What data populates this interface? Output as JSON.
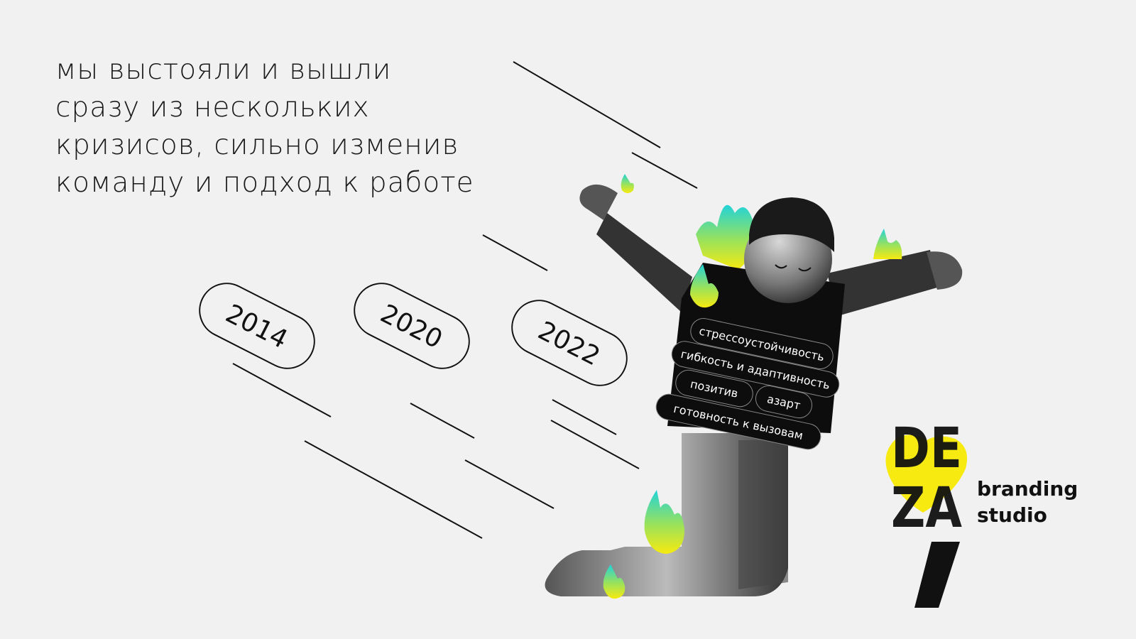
{
  "headline": {
    "lines": [
      "мы выстояли и вышли",
      "сразу из нескольких",
      "кризисов, сильно изменив",
      "команду и подход к работе"
    ]
  },
  "years": [
    "2014",
    "2020",
    "2022"
  ],
  "vest_labels": {
    "l1": "стрессоустойчивость",
    "l2": "гибкость и адаптивность",
    "l3": "позитив",
    "l4": "азарт",
    "l5": "готовность к вызовам"
  },
  "logo": {
    "wordmark": "DEZA",
    "tagline_1": "branding",
    "tagline_2": "studio"
  },
  "colors": {
    "background": "#f1f1f1",
    "yellow": "#f7ea10",
    "cyan": "#22d3d8",
    "ink": "#111111"
  }
}
